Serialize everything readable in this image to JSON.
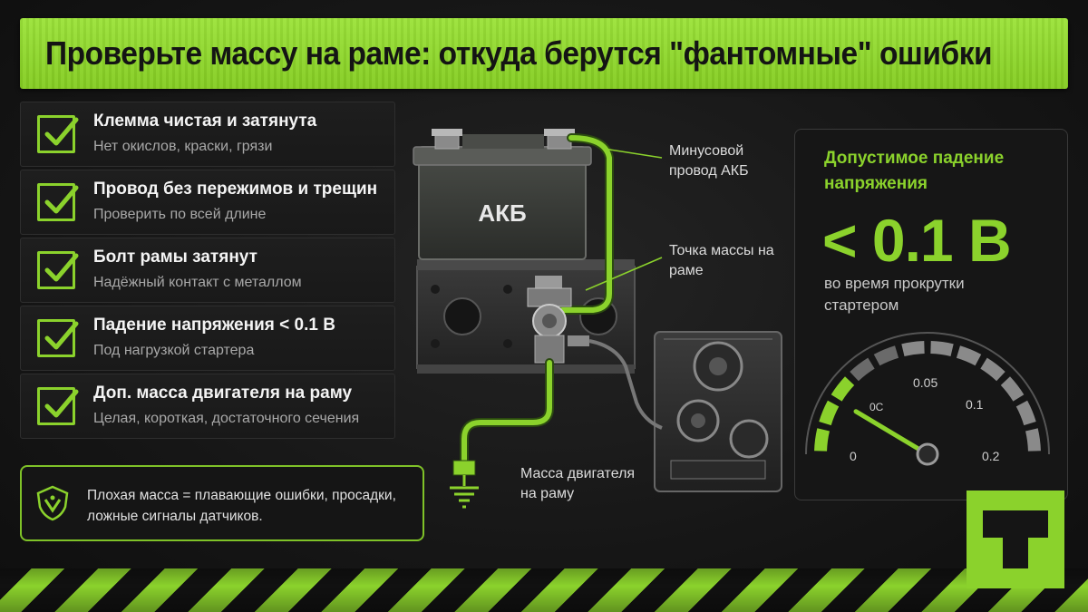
{
  "title": "Проверьте массу на раме: откуда берутся \"фантомные\" ошибки",
  "checklist": [
    {
      "title": "Клемма чистая и затянута",
      "sub": "Нет окислов, краски, грязи"
    },
    {
      "title": "Провод без пережимов и трещин",
      "sub": "Проверить по всей длине"
    },
    {
      "title": "Болт рамы затянут",
      "sub": "Надёжный контакт с металлом"
    },
    {
      "title": "Падение напряжения < 0.1 В",
      "sub": "Под нагрузкой стартера"
    },
    {
      "title": "Доп. масса двигателя на раму",
      "sub": "Целая, короткая, достаточного сечения"
    }
  ],
  "warning": {
    "text": "Плохая масса = плавающие ошибки, просадки, ложные сигналы датчиков.",
    "icon": "shield-alert-icon"
  },
  "diagram": {
    "battery_label": "АКБ",
    "label_negative": "Минусовой провод АКБ",
    "label_frame_point": "Точка массы на раме",
    "label_engine": "Масса двигателя на раму"
  },
  "gauge_panel": {
    "title": "Допустимое падение напряжения",
    "value": "< 0.1 В",
    "desc": "во время прокрутки стартером",
    "ticks": [
      "0",
      "0С",
      "0.05",
      "0.1",
      "0.2"
    ],
    "needle_value": 0.012
  },
  "colors": {
    "accent": "#8bd22c",
    "background": "#121212",
    "title_text": "#141414"
  }
}
